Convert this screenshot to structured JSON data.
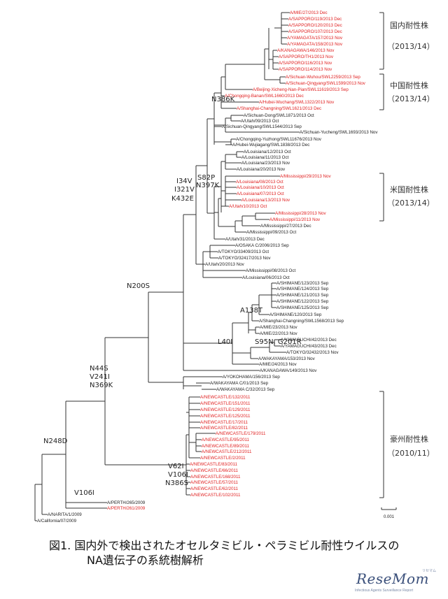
{
  "leaves": [
    {
      "id": "mie27",
      "label": "A/MIE/27/2013 Dec",
      "color": "#e02020"
    },
    {
      "id": "sap119",
      "label": "A/SAPPORO/119/2013 Dec",
      "color": "#e02020"
    },
    {
      "id": "sap120",
      "label": "A/SAPPORO/120/2013 Dec",
      "color": "#e02020"
    },
    {
      "id": "sap107",
      "label": "A/SAPPORO/107/2013 Dec",
      "color": "#e02020"
    },
    {
      "id": "yam157",
      "label": "A/YAMAGATA/157/2013 Nov",
      "color": "#e02020"
    },
    {
      "id": "yam158",
      "label": "A/YAMAGATA/158/2013 Nov",
      "color": "#e02020"
    },
    {
      "id": "kan146",
      "label": "A/KANAGAWA/146/2013 Nov",
      "color": "#e02020"
    },
    {
      "id": "sapth1",
      "label": "A/SAPPORO/TH1/2013 Nov",
      "color": "#e02020"
    },
    {
      "id": "sap116",
      "label": "A/SAPPORO/116/2013 Nov",
      "color": "#e02020"
    },
    {
      "id": "sap114",
      "label": "A/SAPPORO/114/2013 Nov",
      "color": "#e02020"
    },
    {
      "id": "wuhou",
      "label": "A/Sichuan-Wuhou/SWL2259/2013 Sep",
      "color": "#e02020"
    },
    {
      "id": "qingyang1599",
      "label": "A/Sichuan-Qingyang/SWL1599/2013 Nov",
      "color": "#e02020"
    },
    {
      "id": "beijing",
      "label": "A/Beijing-Xicheng-Nan-Pian/SWL11619/2013 Sep",
      "color": "#e02020"
    },
    {
      "id": "chongqing1660",
      "label": "A/Chongqing-Banan/SWL1660/2013 Dec",
      "color": "#e02020"
    },
    {
      "id": "hubei1322",
      "label": "A/Hubei-Wuchang/SWL1322/2013 Nov",
      "color": "#e02020"
    },
    {
      "id": "shanghai1621",
      "label": "A/Shanghai-Changning/SWL1621/2013 Dec",
      "color": "#e02020"
    },
    {
      "id": "dong1871",
      "label": "A/Sichuan-Dong/SWL1871/2013 Oct",
      "color": "#222222"
    },
    {
      "id": "utah09",
      "label": "A/Utah/09/2013 Oct",
      "color": "#222222"
    },
    {
      "id": "qingyang1544",
      "label": "A/Sichuan-Qingyang/SWL1544/2013 Sep",
      "color": "#222222"
    },
    {
      "id": "yucheng1693",
      "label": "A/Sichuan-Yucheng/SWL1693/2013 Nov",
      "color": "#222222"
    },
    {
      "id": "yuzhong1676",
      "label": "A/Chongqing-Yuzhong/SWL11676/2013 Nov",
      "color": "#222222"
    },
    {
      "id": "hubei1838",
      "label": "A/Hubei-Wujiagang/SWL1838/2013 Dec",
      "color": "#222222"
    },
    {
      "id": "la12",
      "label": "A/Louisiana/12/2013 Oct",
      "color": "#222222"
    },
    {
      "id": "la11",
      "label": "A/Louisiana/11/2013 Oct",
      "color": "#222222"
    },
    {
      "id": "la23",
      "label": "A/Louisiana/23/2013 Nov",
      "color": "#222222"
    },
    {
      "id": "la20",
      "label": "A/Louisiana/20/2013 Nov",
      "color": "#222222"
    },
    {
      "id": "ms29",
      "label": "A/Mississippi/29/2013 Nov",
      "color": "#e02020"
    },
    {
      "id": "la08",
      "label": "A/Louisiana/08/2013 Oct",
      "color": "#e02020"
    },
    {
      "id": "la10",
      "label": "A/Louisiana/10/2013 Oct",
      "color": "#e02020"
    },
    {
      "id": "la07",
      "label": "A/Louisiana/07/2013 Oct",
      "color": "#e02020"
    },
    {
      "id": "la13",
      "label": "A/Louisiana/13/2013 Nov",
      "color": "#e02020"
    },
    {
      "id": "utah10",
      "label": "A/Utah/10/2013 Oct",
      "color": "#e02020"
    },
    {
      "id": "ms28",
      "label": "A/Mississippi/28/2013 Nov",
      "color": "#e02020"
    },
    {
      "id": "ms11",
      "label": "A/Mississippi/11/2013 Nov",
      "color": "#e02020"
    },
    {
      "id": "ms27",
      "label": "A/Mississippi/27/2013 Dec",
      "color": "#222222"
    },
    {
      "id": "ms09",
      "label": "A/Mississippi/09/2013 Oct",
      "color": "#222222"
    },
    {
      "id": "utah31",
      "label": "A/Utah/31/2013 Dec",
      "color": "#222222"
    },
    {
      "id": "osaka2006",
      "label": "A/OSAKA C/2006/2013 Sep",
      "color": "#222222"
    },
    {
      "id": "tokyo33409",
      "label": "A/TOKYO/33409/2013 Oct",
      "color": "#222222"
    },
    {
      "id": "tokyo32417",
      "label": "A/TOKYO/32417/2013 Nov",
      "color": "#222222"
    },
    {
      "id": "utah20",
      "label": "A/Utah/20/2013 Nov",
      "color": "#222222"
    },
    {
      "id": "ms08",
      "label": "A/Mississippi/08/2013 Oct",
      "color": "#222222"
    },
    {
      "id": "la06",
      "label": "A/Louisiana/06/2013 Oct",
      "color": "#222222"
    },
    {
      "id": "shi123",
      "label": "A/SHIMANE/123/2013 Sep",
      "color": "#222222"
    },
    {
      "id": "shi124",
      "label": "A/SHIMANE/124/2013 Sep",
      "color": "#222222"
    },
    {
      "id": "shi121",
      "label": "A/SHIMANE/121/2013 Sep",
      "color": "#222222"
    },
    {
      "id": "shi122",
      "label": "A/SHIMANE/122/2013 Sep",
      "color": "#222222"
    },
    {
      "id": "shi125",
      "label": "A/SHIMANE/125/2013 Sep",
      "color": "#222222"
    },
    {
      "id": "shi120",
      "label": "A/SHIMANE/120/2013 Sep",
      "color": "#222222"
    },
    {
      "id": "shanghai1568",
      "label": "A/Shanghai-Changning/SWL1568/2013 Sep",
      "color": "#222222"
    },
    {
      "id": "mie23",
      "label": "A/MIE/23/2013 Nov",
      "color": "#222222"
    },
    {
      "id": "mie22",
      "label": "A/MIE/22/2013 Nov",
      "color": "#222222"
    },
    {
      "id": "yamaguchi42",
      "label": "A/YAMAGUCHI/42/2013 Dec",
      "color": "#222222"
    },
    {
      "id": "yamaguchi43",
      "label": "A/YAMAGUCHI/43/2013 Dec",
      "color": "#222222"
    },
    {
      "id": "tokyo32432",
      "label": "A/TOKYO/32432/2013 Nov",
      "color": "#222222"
    },
    {
      "id": "wakayama153",
      "label": "A/WAKAYAMA/153/2013 Nov",
      "color": "#222222"
    },
    {
      "id": "mie24",
      "label": "A/MIE/24/2013 Nov",
      "color": "#222222"
    },
    {
      "id": "kanagawa149",
      "label": "A/KANAGAWA/149/2013 Nov",
      "color": "#222222"
    },
    {
      "id": "yokohama156",
      "label": "A/YOKOHAMA/156/2013 Sep",
      "color": "#222222"
    },
    {
      "id": "wakayamac01",
      "label": "A/WAKAYAMA C/01/2013 Sep",
      "color": "#222222"
    },
    {
      "id": "wakayamac32",
      "label": "A/WAKAYAMA C/32/2013 Sep",
      "color": "#222222"
    },
    {
      "id": "nc132",
      "label": "A/NEWCASTLE/132/2011",
      "color": "#e02020"
    },
    {
      "id": "nc151",
      "label": "A/NEWCASTLE/151/2011",
      "color": "#e02020"
    },
    {
      "id": "nc129",
      "label": "A/NEWCASTLE/129/2011",
      "color": "#e02020"
    },
    {
      "id": "nc125",
      "label": "A/NEWCASTLE/125/2011",
      "color": "#e02020"
    },
    {
      "id": "nc17",
      "label": "A/NEWCASTLE/17/2011",
      "color": "#e02020"
    },
    {
      "id": "nc82",
      "label": "A/NEWCASTLE/82/2011",
      "color": "#e02020"
    },
    {
      "id": "nc179",
      "label": "A/NEWCASTLE/179/2011",
      "color": "#e02020"
    },
    {
      "id": "nc95",
      "label": "A/NEWCASTLE/95/2011",
      "color": "#e02020"
    },
    {
      "id": "nc89",
      "label": "A/NEWCASTLE/89/2011",
      "color": "#e02020"
    },
    {
      "id": "nc212",
      "label": "A/NEWCASTLE/212/2011",
      "color": "#e02020"
    },
    {
      "id": "nc2",
      "label": "A/NEWCASTLE/2/2011",
      "color": "#e02020"
    },
    {
      "id": "nc83",
      "label": "A/NEWCASTLE/83/2011",
      "color": "#e02020"
    },
    {
      "id": "nc66",
      "label": "A/NEWCASTLE/66/2011",
      "color": "#e02020"
    },
    {
      "id": "nc168",
      "label": "A/NEWCASTLE/168/2011",
      "color": "#e02020"
    },
    {
      "id": "nc57",
      "label": "A/NEWCASTLE/57/2011",
      "color": "#e02020"
    },
    {
      "id": "nc62",
      "label": "A/NEWCASTLE/62/2011",
      "color": "#e02020"
    },
    {
      "id": "nc102",
      "label": "A/NEWCASTLE/102/2011",
      "color": "#e02020"
    },
    {
      "id": "perth265",
      "label": "A/PERTH/265/2009",
      "color": "#222222"
    },
    {
      "id": "perth261",
      "label": "A/PERTH/261/2009",
      "color": "#e02020"
    },
    {
      "id": "narita1",
      "label": "A/NARITA/1/2009",
      "color": "#222222"
    },
    {
      "id": "california07",
      "label": "A/California/07/2009",
      "color": "#222222"
    }
  ],
  "mutations": {
    "n386k": "N386K",
    "i34v": "I34V",
    "i321v": "I321V",
    "k432e": "K432E",
    "s82p": "S82P",
    "n397k": "N397K",
    "n200s": "N200S",
    "a138t": "A138T",
    "l40i": "L40I",
    "s95n_g201r": "S95N, G201R",
    "n44s": "N44S",
    "v241i": "V241I",
    "n369k": "N369K",
    "n248d": "N248D",
    "v62i": "V62I",
    "v106i_a": "V106I",
    "n386s": "N386S",
    "v106i_b": "V106I"
  },
  "groups": {
    "japan": {
      "name": "国内耐性株",
      "period": "（2013/14）"
    },
    "china": {
      "name": "中国耐性株",
      "period": "（2013/14）"
    },
    "usa": {
      "name": "米国耐性株",
      "period": "（2013/14）"
    },
    "australia": {
      "name": "豪州耐性株",
      "period": "（2010/11）"
    }
  },
  "scale_bar": "0.001",
  "caption": {
    "line1": "図1. 国内外で検出されたオセルタミビル・ペラミビル耐性ウイルスの",
    "line2": "NA遺伝子の系統樹解析"
  },
  "logo": {
    "main": "ResеMom",
    "sub": "Infectious Agents Surveillance Report",
    "ruby": "リセマム"
  }
}
